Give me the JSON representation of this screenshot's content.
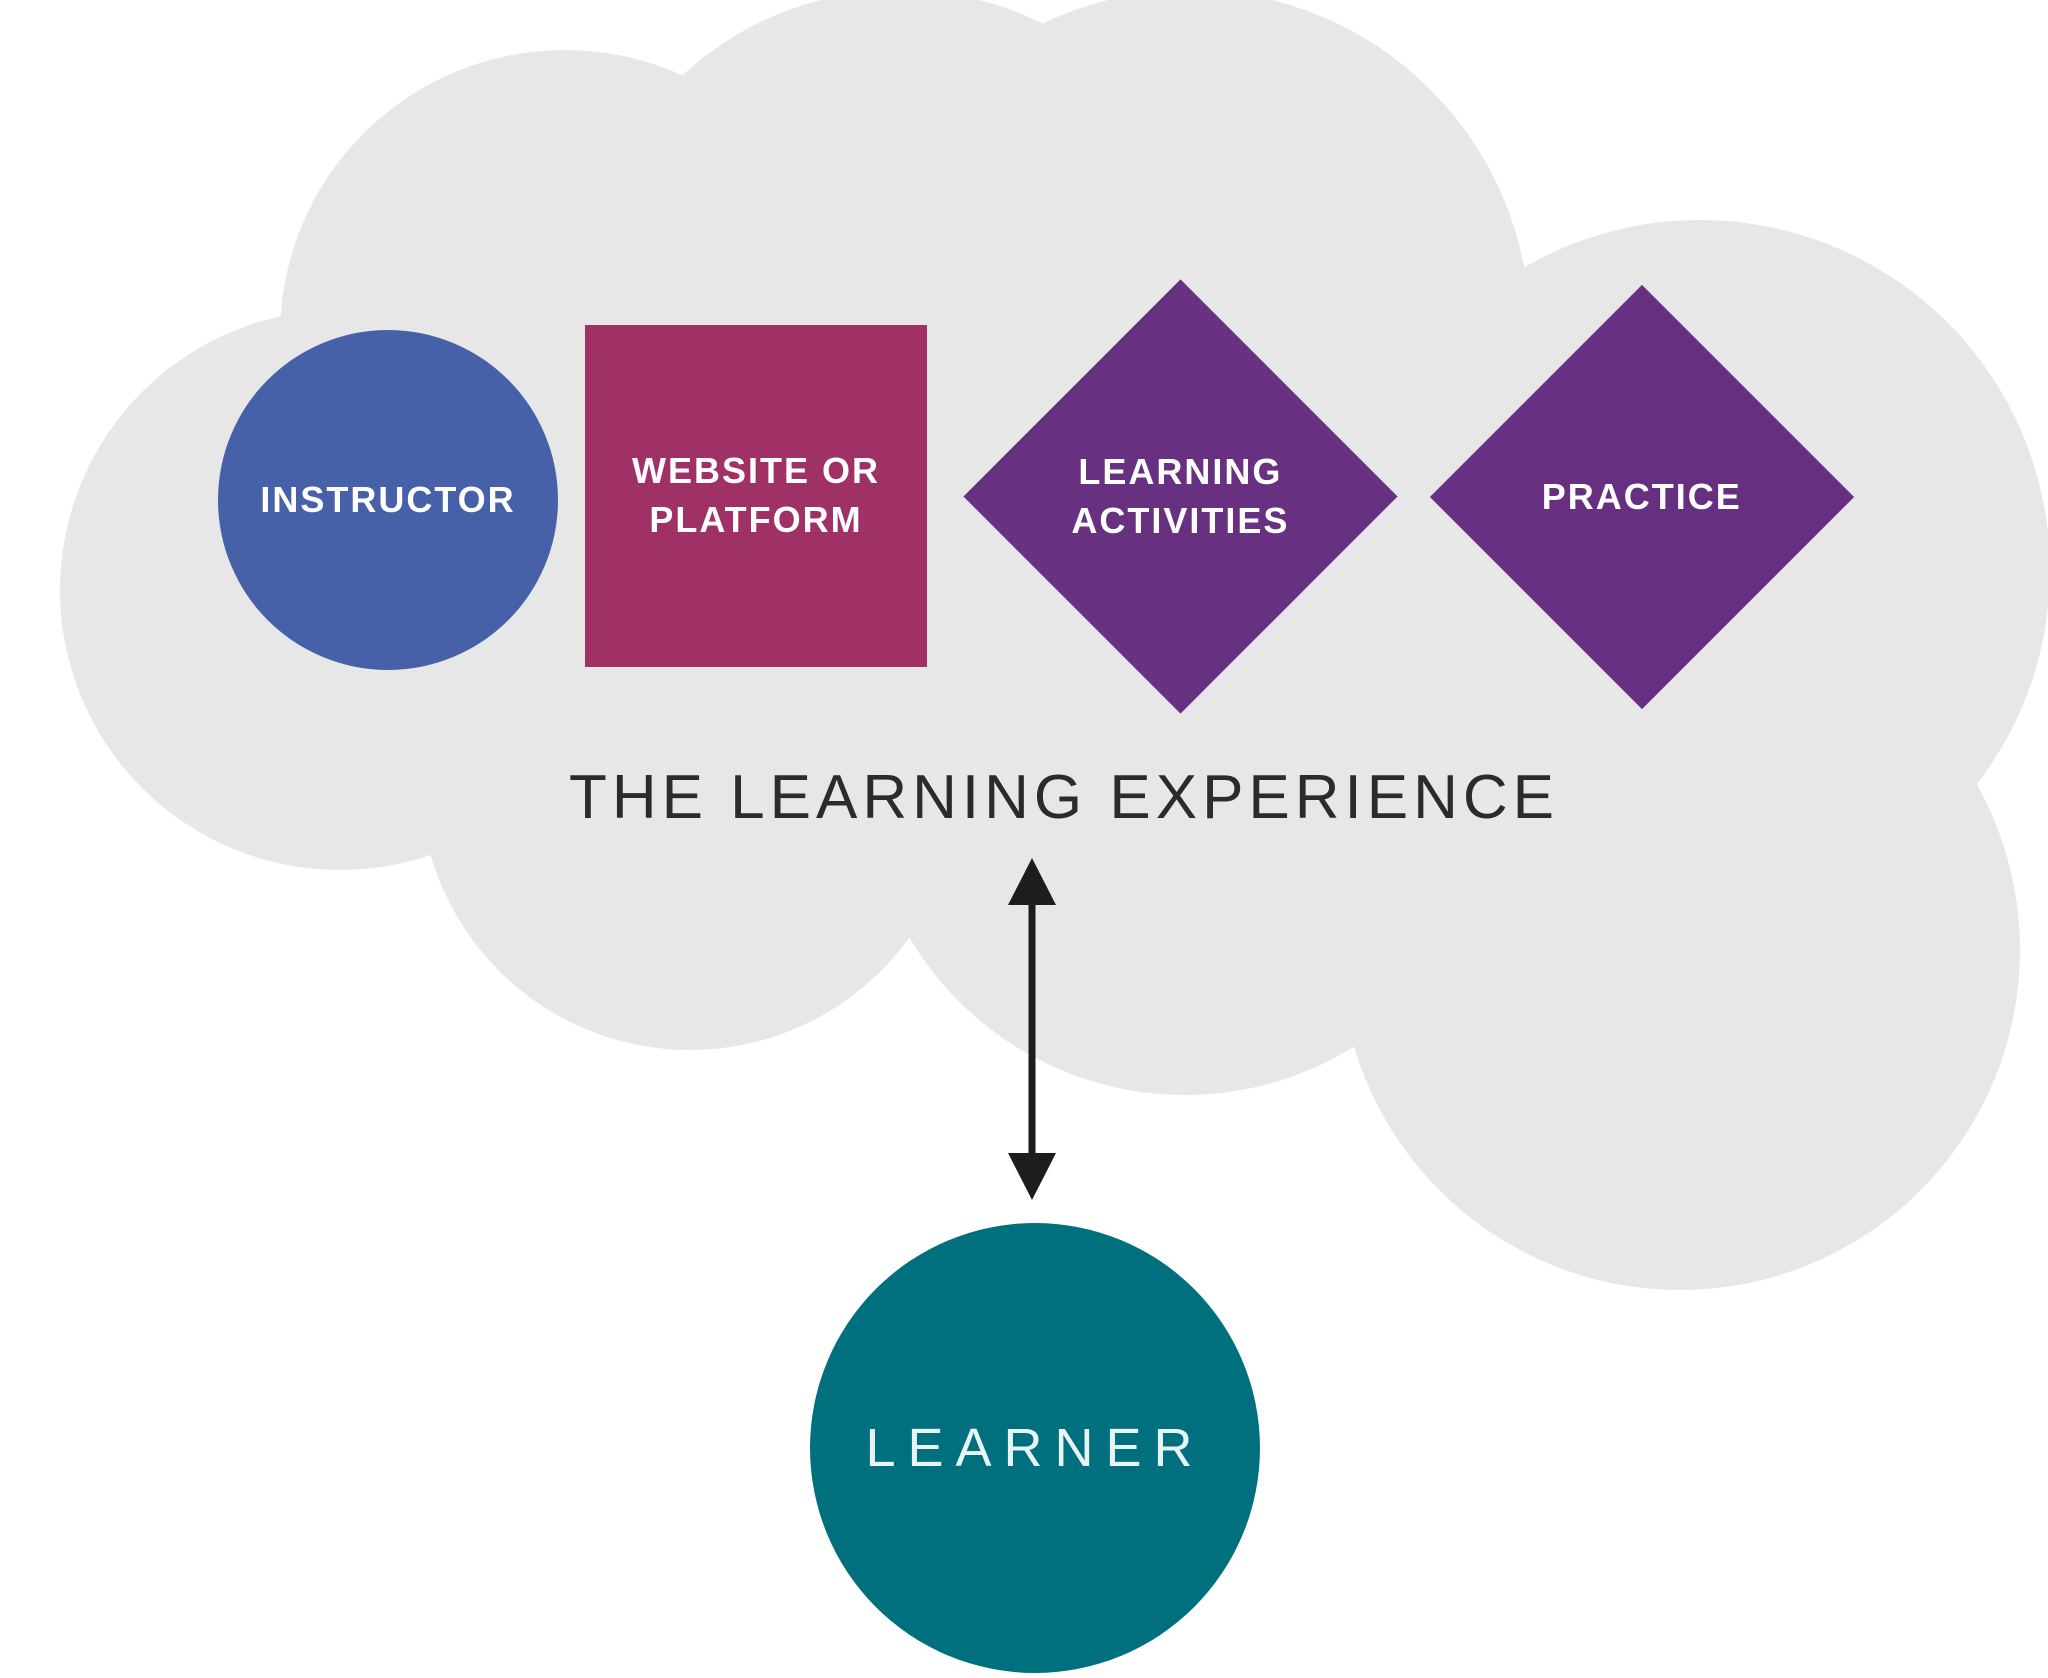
{
  "diagram": {
    "background_color": "#FFFFFF",
    "cloud": {
      "label": "THE LEARNING EXPERIENCE",
      "color": "#E7E7E7",
      "text_color": "#2B2B2B"
    },
    "nodes": [
      {
        "id": "instructor",
        "shape": "circle",
        "color": "#4661A8",
        "text_color": "#FFFFFF",
        "label": "INSTRUCTOR"
      },
      {
        "id": "website-or-platform",
        "shape": "square",
        "color": "#A03166",
        "text_color": "#FFFFFF",
        "lines": [
          "WEBSITE OR",
          "PLATFORM"
        ]
      },
      {
        "id": "learning-activities",
        "shape": "diamond",
        "color": "#673081",
        "text_color": "#FFFFFF",
        "lines": [
          "LEARNING",
          "ACTIVITIES"
        ]
      },
      {
        "id": "practice",
        "shape": "diamond",
        "color": "#662F80",
        "text_color": "#FFFFFF",
        "label": "PRACTICE"
      },
      {
        "id": "learner",
        "shape": "circle",
        "color": "#00707E",
        "text_color": "#E9F4F4",
        "label": "LEARNER"
      }
    ],
    "connector": {
      "type": "double-headed-arrow",
      "color": "#1D1D1D"
    }
  }
}
